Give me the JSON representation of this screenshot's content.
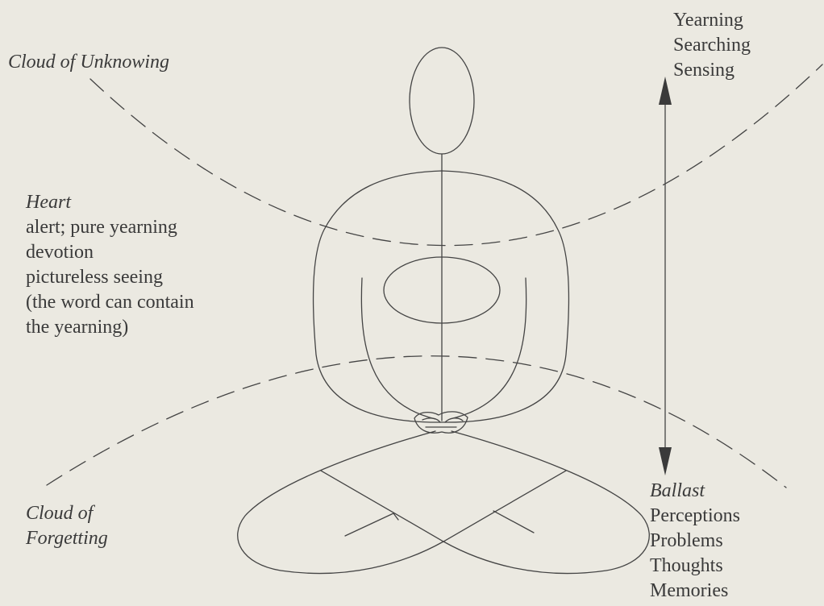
{
  "clouds": {
    "unknowing": "Cloud of Unknowing",
    "forgetting_line1": "Cloud of",
    "forgetting_line2": "Forgetting"
  },
  "heart": {
    "title": "Heart",
    "lines": [
      "alert; pure yearning",
      "devotion",
      "pictureless seeing",
      "(the word can contain",
      "the yearning)"
    ]
  },
  "upward": {
    "lines": [
      "Yearning",
      "Searching",
      "Sensing"
    ]
  },
  "ballast": {
    "title": "Ballast",
    "lines": [
      "Perceptions",
      "Problems",
      "Thoughts",
      "Memories"
    ]
  },
  "colors": {
    "background": "#ebe9e1",
    "ink": "#3a3a3a"
  }
}
